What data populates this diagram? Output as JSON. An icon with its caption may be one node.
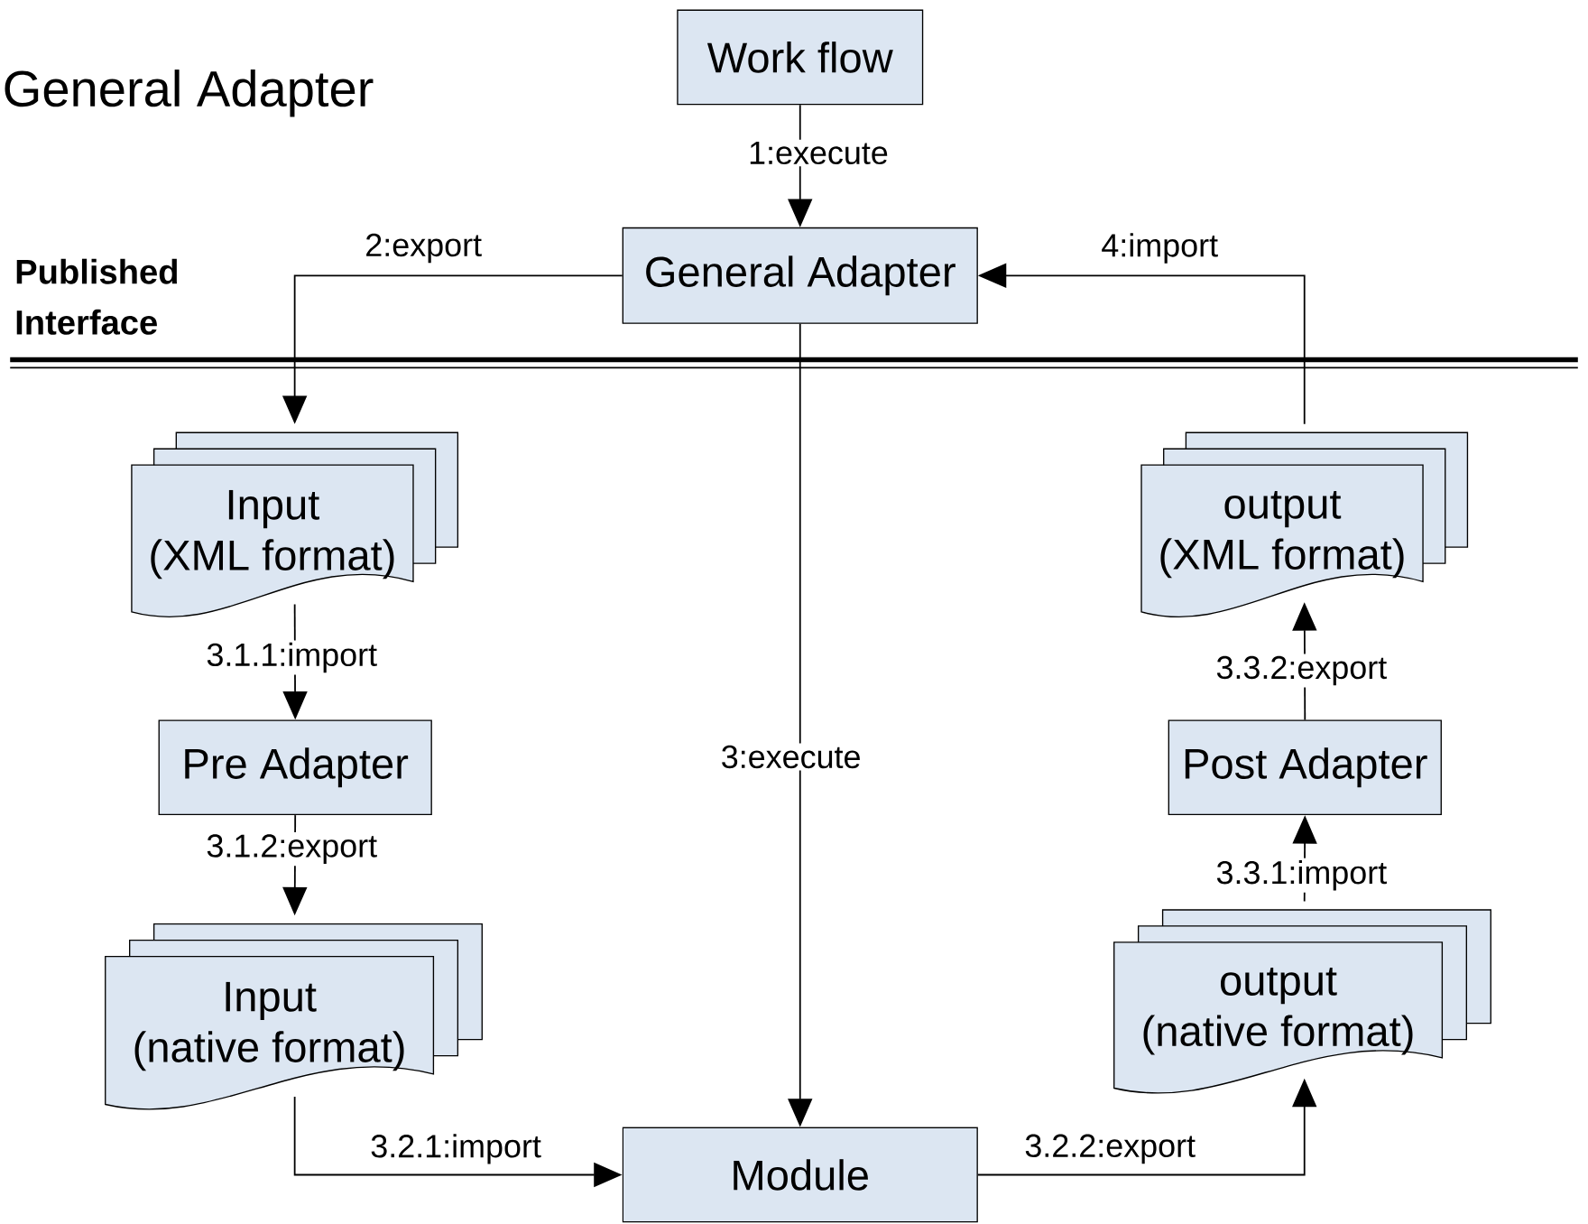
{
  "diagram": {
    "title": "General Adapter",
    "nodes": [
      {
        "text": [
          "Work flow"
        ]
      },
      {
        "text": [
          "General Adapter"
        ]
      },
      {
        "text": [
          "Input (XML format)"
        ]
      },
      {
        "text": [
          "Pre Adapter"
        ]
      },
      {
        "text": [
          "Input (native format)"
        ]
      },
      {
        "text": [
          "Module"
        ]
      },
      {
        "text": [
          "output (native format)"
        ]
      },
      {
        "text": [
          "Post Adapter"
        ]
      },
      {
        "text": [
          "output (XML format)"
        ]
      }
    ],
    "edges": [
      {
        "from": 0,
        "to": 1,
        "arrow": "to",
        "label": "1:execute"
      },
      {
        "from": 1,
        "to": 2,
        "arrow": "to",
        "label": "2:export"
      },
      {
        "from": 8,
        "to": 1,
        "arrow": "to",
        "label": "4:import"
      },
      {
        "from": 1,
        "to": 5,
        "arrow": "to",
        "label": "3:execute"
      },
      {
        "from": 2,
        "to": 3,
        "arrow": "to",
        "label": "3.1.1:import"
      },
      {
        "from": 3,
        "to": 4,
        "arrow": "to",
        "label": "3.1.2:export"
      },
      {
        "from": 4,
        "to": 5,
        "arrow": "to",
        "label": "3.2.1:import"
      },
      {
        "from": 5,
        "to": 6,
        "arrow": "to",
        "label": "3.2.2:export"
      },
      {
        "from": 6,
        "to": 7,
        "arrow": "to",
        "label": "3.3.1:import"
      },
      {
        "from": 7,
        "to": 8,
        "arrow": "to",
        "label": "3.3.2:export"
      }
    ],
    "labels": [
      "Published Interface"
    ]
  }
}
